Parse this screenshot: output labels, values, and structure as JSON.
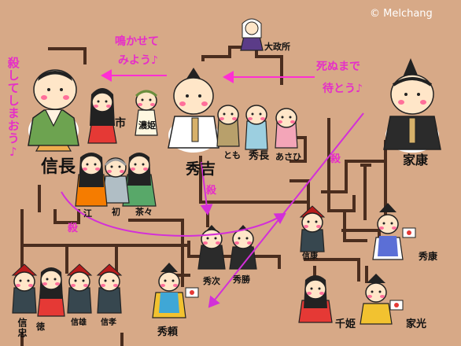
{
  "copyright": "© Melchang",
  "colors": {
    "background": "#d7a987",
    "lines": "#4a2d1e",
    "quote": "#e62ec8",
    "arrow": "#ff2fd3",
    "kill_arrow": "#d32fd8"
  },
  "people": {
    "nobunaga": "信長",
    "ichi": "市",
    "nohime": "濃姫",
    "gou": "江",
    "hatsu": "初",
    "chacha": "茶々",
    "hideyoshi": "秀吉",
    "tomo": "とも",
    "hidenaga": "秀長",
    "asahi": "あさひ",
    "daimandokoro": "大政所",
    "ieyasu": "家康",
    "hidetsugu": "秀次",
    "hidekatsu": "秀勝",
    "nobuyasu": "信康",
    "hideyasu": "秀康",
    "hideyori": "秀頼",
    "senhime": "千姫",
    "iemitsu": "家光",
    "nobutada": "信忠",
    "toku": "徳",
    "nobukatsu": "信雄",
    "nobutaka": "信孝"
  },
  "quotes": {
    "nobunaga": "殺してしまおう♪",
    "hideyoshi_line1": "鳴かせて",
    "hideyoshi_line2": "みよう♪",
    "ieyasu_line1": "死ぬまで",
    "ieyasu_line2": "待とう♪"
  },
  "kill_label": "殺"
}
